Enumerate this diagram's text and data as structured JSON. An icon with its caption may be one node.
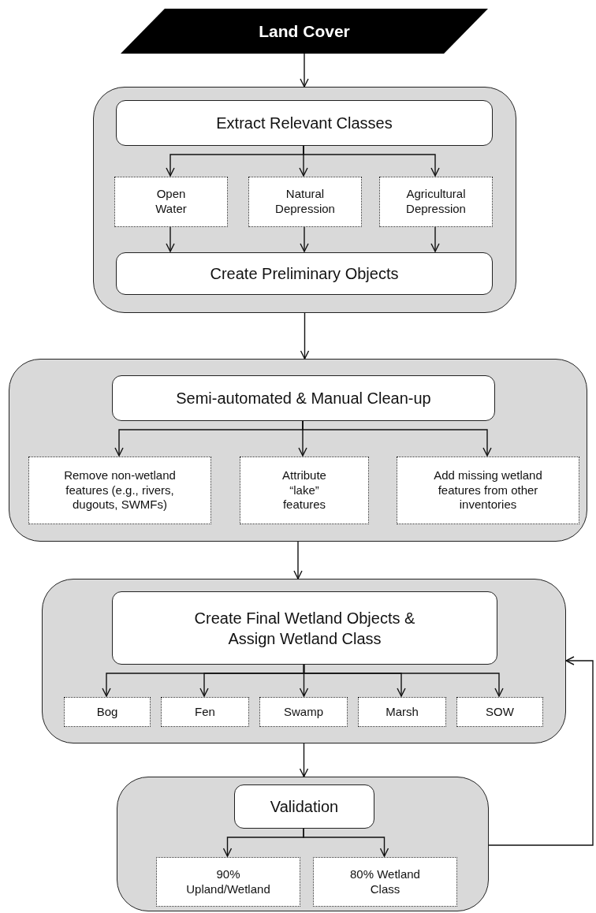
{
  "diagram": {
    "nodes": [
      {
        "text": [
          "Land Cover"
        ]
      },
      {
        "text": [],
        "shape": "box"
      },
      {
        "text": [
          "Extract Relevant Classes"
        ],
        "in": 1
      },
      {
        "text": [
          "Open Water"
        ],
        "in": 1
      },
      {
        "text": [
          "Natural Depression"
        ],
        "in": 1
      },
      {
        "text": [
          "Agricultural Depression"
        ],
        "in": 1
      },
      {
        "text": [
          "Create Preliminary Objects"
        ],
        "in": 1
      },
      {
        "text": [],
        "shape": "box"
      },
      {
        "text": [
          "Semi-automated & Manual Clean-up"
        ],
        "in": 7
      },
      {
        "text": [
          "Remove non-wetland features (e.g., rivers, dugouts, SWMFs)"
        ],
        "in": 7
      },
      {
        "text": [
          "Attribute “lake” features"
        ],
        "in": 7
      },
      {
        "text": [
          "Add missing wetland features from other inventories"
        ],
        "in": 7
      },
      {
        "text": [],
        "shape": "box"
      },
      {
        "text": [
          "Create Final Wetland Objects & Assign Wetland Class"
        ],
        "in": 12
      },
      {
        "text": [
          "Bog"
        ],
        "in": 12
      },
      {
        "text": [
          "Fen"
        ],
        "in": 12
      },
      {
        "text": [
          "Swamp"
        ],
        "in": 12
      },
      {
        "text": [
          "Marsh"
        ],
        "in": 12
      },
      {
        "text": [
          "SOW"
        ],
        "in": 12
      },
      {
        "text": [],
        "shape": "box"
      },
      {
        "text": [
          "Validation"
        ],
        "in": 19
      },
      {
        "text": [
          "90% Upland/Wetland"
        ],
        "in": 19
      },
      {
        "text": [
          "80% Wetland Class"
        ],
        "in": 19
      }
    ],
    "edges": [
      {
        "from": 0,
        "to": 1,
        "arrow": "to"
      },
      {
        "from": 2,
        "to": 3,
        "arrow": "to"
      },
      {
        "from": 2,
        "to": 4,
        "arrow": "to"
      },
      {
        "from": 2,
        "to": 5,
        "arrow": "to"
      },
      {
        "from": 3,
        "to": 6,
        "arrow": "to"
      },
      {
        "from": 4,
        "to": 6,
        "arrow": "to"
      },
      {
        "from": 5,
        "to": 6,
        "arrow": "to"
      },
      {
        "from": 1,
        "to": 7,
        "arrow": "to"
      },
      {
        "from": 8,
        "to": 9,
        "arrow": "to"
      },
      {
        "from": 8,
        "to": 10,
        "arrow": "to"
      },
      {
        "from": 8,
        "to": 11,
        "arrow": "to"
      },
      {
        "from": 7,
        "to": 12,
        "arrow": "to"
      },
      {
        "from": 13,
        "to": 14,
        "arrow": "to"
      },
      {
        "from": 13,
        "to": 15,
        "arrow": "to"
      },
      {
        "from": 13,
        "to": 16,
        "arrow": "to"
      },
      {
        "from": 13,
        "to": 17,
        "arrow": "to"
      },
      {
        "from": 13,
        "to": 18,
        "arrow": "to"
      },
      {
        "from": 12,
        "to": 19,
        "arrow": "to"
      },
      {
        "from": 20,
        "to": 21,
        "arrow": "to"
      },
      {
        "from": 20,
        "to": 22,
        "arrow": "to"
      },
      {
        "from": 19,
        "to": 12,
        "arrow": "to"
      }
    ]
  }
}
